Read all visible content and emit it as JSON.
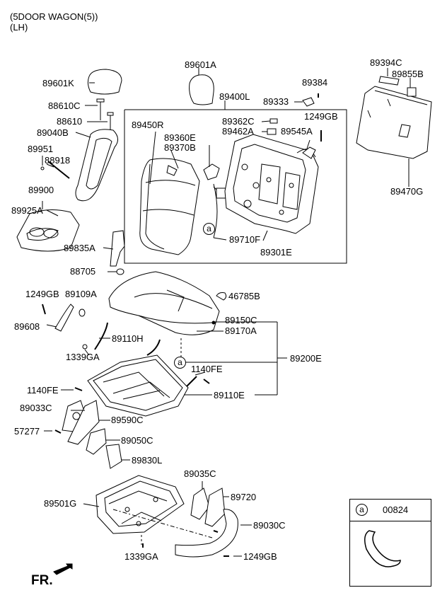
{
  "header": {
    "line1": "(5DOOR WAGON(5))",
    "line2": "(LH)"
  },
  "parts": {
    "p89601A": "89601A",
    "p89601K": "89601K",
    "p89400L": "89400L",
    "p89394C": "89394C",
    "p89855B": "89855B",
    "p89384": "89384",
    "p89333": "89333",
    "p88610C": "88610C",
    "p88610": "88610",
    "p89040B": "89040B",
    "p89951": "89951",
    "p88918": "88918",
    "p89900": "89900",
    "p89925A": "89925A",
    "p89450R": "89450R",
    "p89360E": "89360E",
    "p89370B": "89370B",
    "p89362C": "89362C",
    "p89462A": "89462A",
    "p1249GB_top": "1249GB",
    "p89545A": "89545A",
    "p89470G": "89470G",
    "p89710F": "89710F",
    "p89301E": "89301E",
    "p89835A": "89835A",
    "p88705": "88705",
    "p46785B": "46785B",
    "p1249GB_mid": "1249GB",
    "p89109A": "89109A",
    "p89150C": "89150C",
    "p89170A": "89170A",
    "p89608": "89608",
    "p89110H": "89110H",
    "p1339GA_mid": "1339GA",
    "p89200E": "89200E",
    "p1140FE_r": "1140FE",
    "p1140FE_l": "1140FE",
    "p89110E": "89110E",
    "p89033C": "89033C",
    "p89590C": "89590C",
    "p57277": "57277",
    "p89050C": "89050C",
    "p89830L": "89830L",
    "p89035C": "89035C",
    "p89720": "89720",
    "p89501G": "89501G",
    "p89030C": "89030C",
    "p1339GA_bot": "1339GA",
    "p1249GB_bot": "1249GB"
  },
  "callout_a": "a",
  "legend": {
    "symbol": "a",
    "part": "00824"
  },
  "fr_label": "FR."
}
